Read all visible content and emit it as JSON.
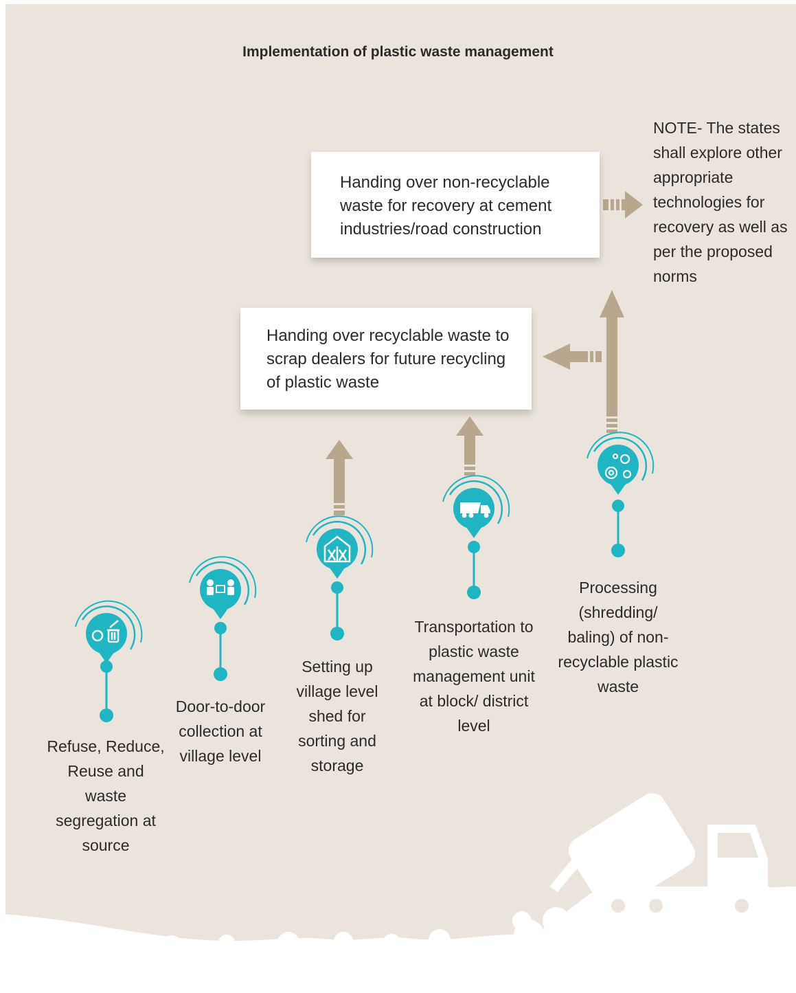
{
  "title": "Implementation of plastic waste management",
  "boxes": {
    "recovery": "Handing over non-recyclable waste for recovery at cement industries/road construction",
    "recycling": "Handing over recyclable waste to scrap dealers for future recycling of plastic waste"
  },
  "note": "NOTE- The states shall explore other appropriate technologies for recovery as well as per the proposed norms",
  "steps": [
    {
      "label": "Refuse, Reduce, Reuse and waste segregation at source",
      "icon": "recycle-bin-icon"
    },
    {
      "label": "Door-to-door collection at village level",
      "icon": "collection-icon"
    },
    {
      "label": "Setting up village level shed for sorting and storage",
      "icon": "shed-icon"
    },
    {
      "label": "Transportation to plastic waste management unit at block/ district level",
      "icon": "truck-icon"
    },
    {
      "label": "Processing (shredding/ baling) of non-recyclable plastic waste",
      "icon": "gears-icon"
    }
  ],
  "colors": {
    "background": "#ebe4dc",
    "teal": "#1fb5c2",
    "arrow": "#b9a78d",
    "box": "#ffffff"
  }
}
